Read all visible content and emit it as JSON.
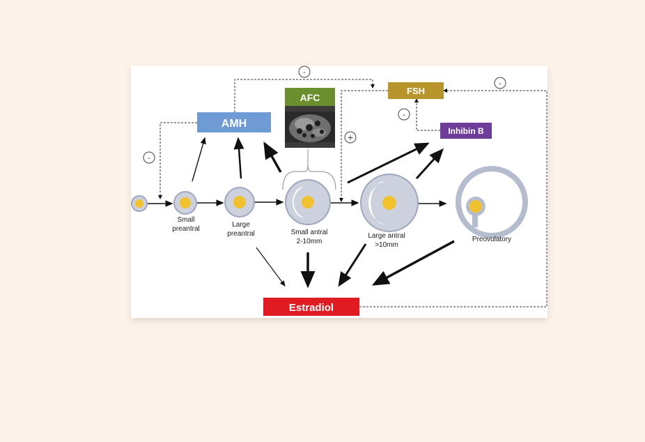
{
  "boxes": {
    "amh": {
      "label": "AMH",
      "color": "#6f9bd4"
    },
    "afc": {
      "label": "AFC",
      "color": "#6b8f2f"
    },
    "fsh": {
      "label": "FSH",
      "color": "#b8952a"
    },
    "inhibin_b": {
      "label": "Inhibin B",
      "color": "#6e3d99"
    },
    "estradiol": {
      "label": "Estradiol",
      "color": "#e11b22"
    }
  },
  "stages": {
    "small_preantral": [
      "Small",
      "preantral"
    ],
    "large_preantral": [
      "Large",
      "preantral"
    ],
    "small_antral": [
      "Small antral",
      "2-10mm"
    ],
    "large_antral": [
      "Large antral",
      ">10mm"
    ],
    "preovulatory": [
      "Preovulatory"
    ]
  },
  "signs": {
    "amh_top": "-",
    "amh_left": "-",
    "fsh_right": "-",
    "inhibin_fsh": "-",
    "fsh_small_antral": "+"
  },
  "colors": {
    "follicle_fill": "#cdd1de",
    "follicle_stroke": "#9ea7bd",
    "oocyte": "#f2c12e"
  }
}
